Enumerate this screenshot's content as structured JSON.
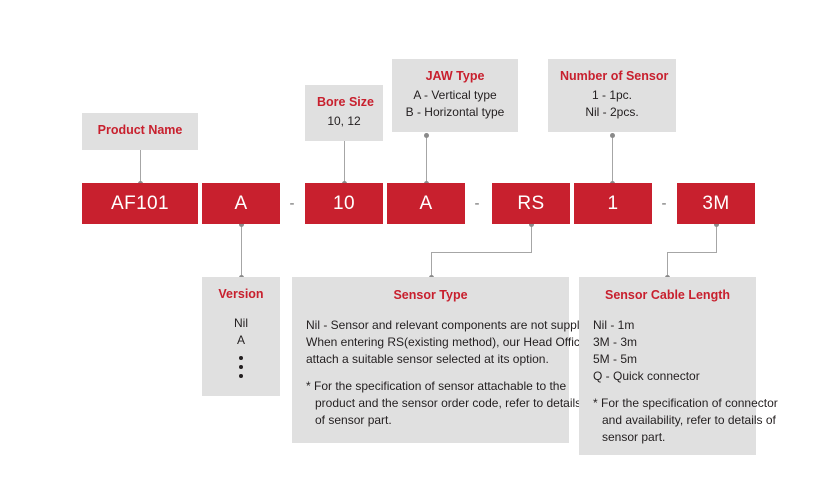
{
  "order_code": {
    "segments": [
      {
        "name": "product-name",
        "text": "AF101"
      },
      {
        "name": "version",
        "text": "A"
      },
      {
        "name": "separator-1",
        "text": "-"
      },
      {
        "name": "bore-size",
        "text": "10"
      },
      {
        "name": "jaw-type",
        "text": "A"
      },
      {
        "name": "separator-2",
        "text": "-"
      },
      {
        "name": "sensor-type",
        "text": "RS"
      },
      {
        "name": "sensor-count",
        "text": "1"
      },
      {
        "name": "separator-3",
        "text": "-"
      },
      {
        "name": "cable-length",
        "text": "3M"
      }
    ]
  },
  "callouts": {
    "product_name": {
      "title": "Product Name"
    },
    "bore_size": {
      "title": "Bore Size",
      "values": "10, 12"
    },
    "jaw_type": {
      "title": "JAW Type",
      "lines": [
        "A - Vertical type",
        "B - Horizontal type"
      ]
    },
    "number_of_sensor": {
      "title": "Number of Sensor",
      "lines": [
        "1 - 1pc.",
        "Nil - 2pcs."
      ]
    },
    "version": {
      "title": "Version",
      "lines": [
        "Nil",
        "A"
      ]
    },
    "sensor_type": {
      "title": "Sensor Type",
      "paragraph_lines": [
        "Nil - Sensor and relevant components are not supplied.",
        "When entering RS(existing method), our Head Office will",
        "attach a suitable sensor selected at its option."
      ],
      "note_lines": [
        "* For the specification of sensor attachable to the",
        "product and the sensor order code, refer to details",
        "of sensor part."
      ]
    },
    "sensor_cable_length": {
      "title": "Sensor Cable Length",
      "option_lines": [
        "Nil - 1m",
        "3M - 3m",
        "5M - 5m",
        "Q - Quick connector"
      ],
      "note_lines": [
        "* For the specification of connector",
        "and availability, refer to details of",
        "sensor part."
      ]
    }
  },
  "colors": {
    "code_bar": "#c8202e",
    "callout_bg": "#e0e0e0",
    "title_text": "#c8202e",
    "connector": "#a6a6a6"
  }
}
